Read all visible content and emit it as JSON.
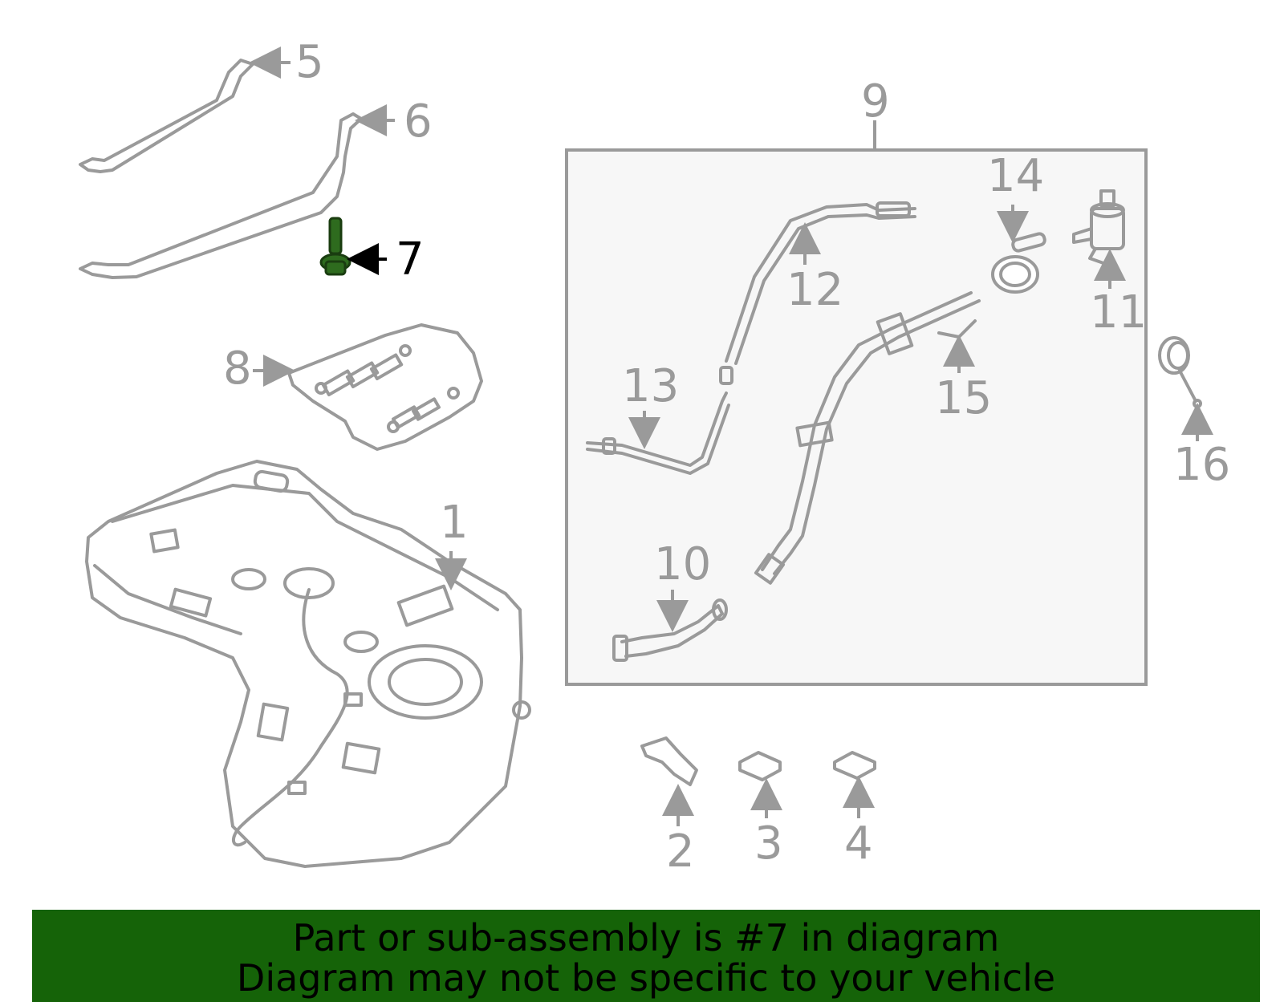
{
  "diagram": {
    "highlight_color": "#2e6b1e",
    "line_color": "#9a9a9a",
    "subassembly_box_label": "9",
    "callouts": {
      "c1": "1",
      "c2": "2",
      "c3": "3",
      "c4": "4",
      "c5": "5",
      "c6": "6",
      "c7": "7",
      "c8": "8",
      "c9": "9",
      "c10": "10",
      "c11": "11",
      "c12": "12",
      "c13": "13",
      "c14": "14",
      "c15": "15",
      "c16": "16"
    },
    "highlighted_part": "7"
  },
  "banner": {
    "background": "#156308",
    "line1": "Part or sub-assembly is #7 in diagram",
    "line2": "Diagram may not be specific to your vehicle"
  }
}
